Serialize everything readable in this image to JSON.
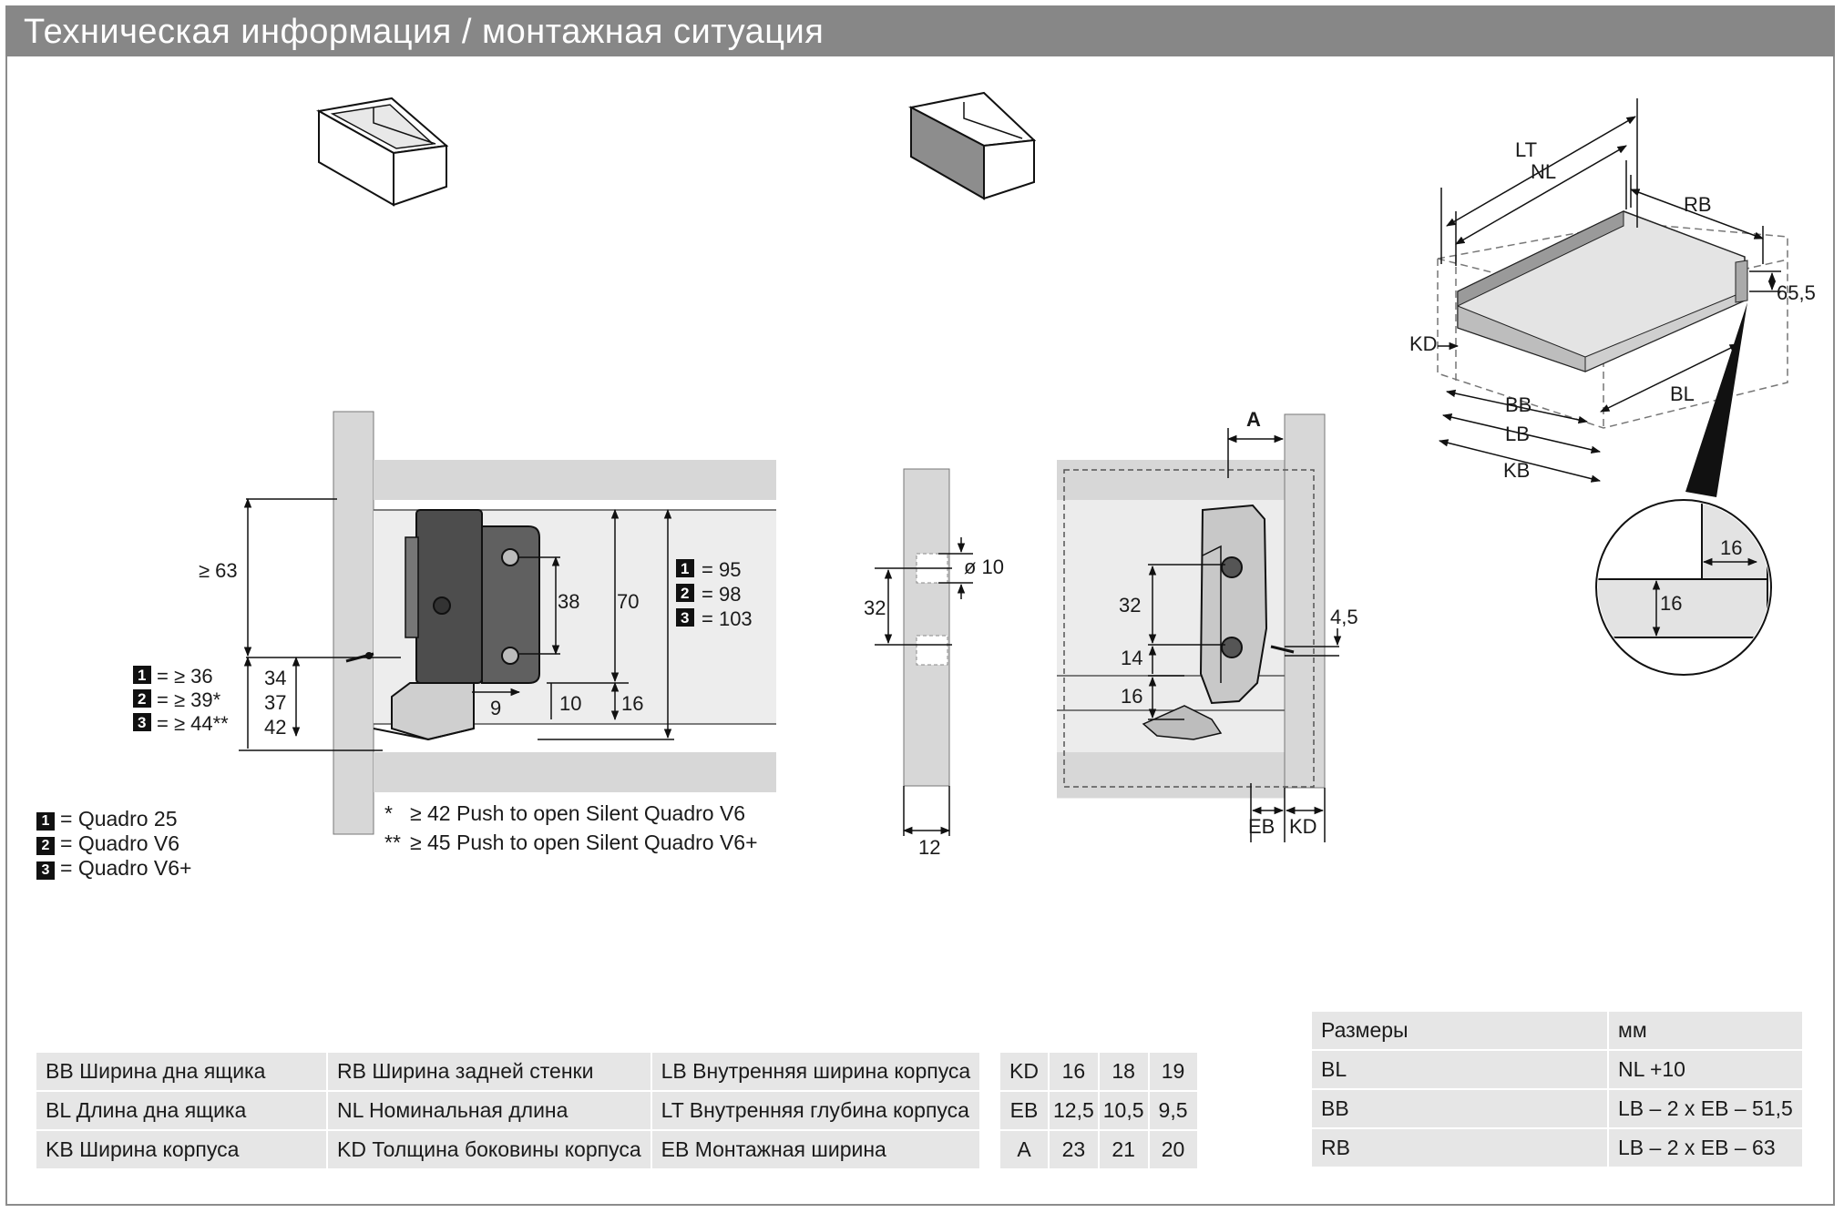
{
  "header": {
    "title": "Техническая информация / монтажная ситуация"
  },
  "drawing_left": {
    "dims": {
      "ge63": "≥ 63",
      "d38": "38",
      "d70": "70",
      "d10": "10",
      "d16": "16",
      "d9": "9",
      "d34": "34",
      "d37": "37",
      "d42": "42"
    },
    "right_values": [
      {
        "n": "1",
        "text": "= 95"
      },
      {
        "n": "2",
        "text": "= 98"
      },
      {
        "n": "3",
        "text": "= 103"
      }
    ],
    "left_values": [
      {
        "n": "1",
        "text": "= ≥ 36"
      },
      {
        "n": "2",
        "text": "= ≥ 39*"
      },
      {
        "n": "3",
        "text": "= ≥ 44**"
      }
    ]
  },
  "legend": [
    {
      "n": "1",
      "text": "= Quadro 25"
    },
    {
      "n": "2",
      "text": "= Quadro V6"
    },
    {
      "n": "3",
      "text": "= Quadro V6+"
    }
  ],
  "notes": [
    {
      "mark": "*",
      "text": "≥ 42 Push to open Silent Quadro V6"
    },
    {
      "mark": "**",
      "text": "≥ 45 Push to open Silent Quadro V6+"
    }
  ],
  "drawing_middle": {
    "dims": {
      "dia10": "ø 10",
      "d32": "32",
      "d12": "12"
    }
  },
  "drawing_cabinet": {
    "dims": {
      "A": "A",
      "d32": "32",
      "d14": "14",
      "d16": "16",
      "d45": "4,5",
      "EB": "EB",
      "KD": "KD"
    }
  },
  "drawing_iso": {
    "dims": {
      "LT": "LT",
      "NL": "NL",
      "RB": "RB",
      "h65": "65,5",
      "KD": "KD",
      "BB": "BB",
      "LB": "LB",
      "KB": "KB",
      "BL": "BL",
      "d16a": "16",
      "d16b": "16"
    }
  },
  "glossary": [
    [
      "BB Ширина дна ящика",
      "RB Ширина задней стенки",
      "LB Внутренняя ширина корпуса"
    ],
    [
      "BL Длина дна ящика",
      "NL Номинальная длина",
      "LT Внутренняя глубина корпуса"
    ],
    [
      "KB Ширина корпуса",
      "KD Толщина боковины корпуса",
      "EB Монтажная ширина"
    ]
  ],
  "kd_table": [
    [
      "KD",
      "16",
      "18",
      "19"
    ],
    [
      "EB",
      "12,5",
      "10,5",
      "9,5"
    ],
    [
      "A",
      "23",
      "21",
      "20"
    ]
  ],
  "size_table": {
    "header": [
      "Размеры",
      "мм"
    ],
    "rows": [
      [
        "BL",
        "NL +10"
      ],
      [
        "BB",
        "LB – 2 x EB – 51,5"
      ],
      [
        "RB",
        "LB – 2 x EB – 63"
      ]
    ]
  }
}
